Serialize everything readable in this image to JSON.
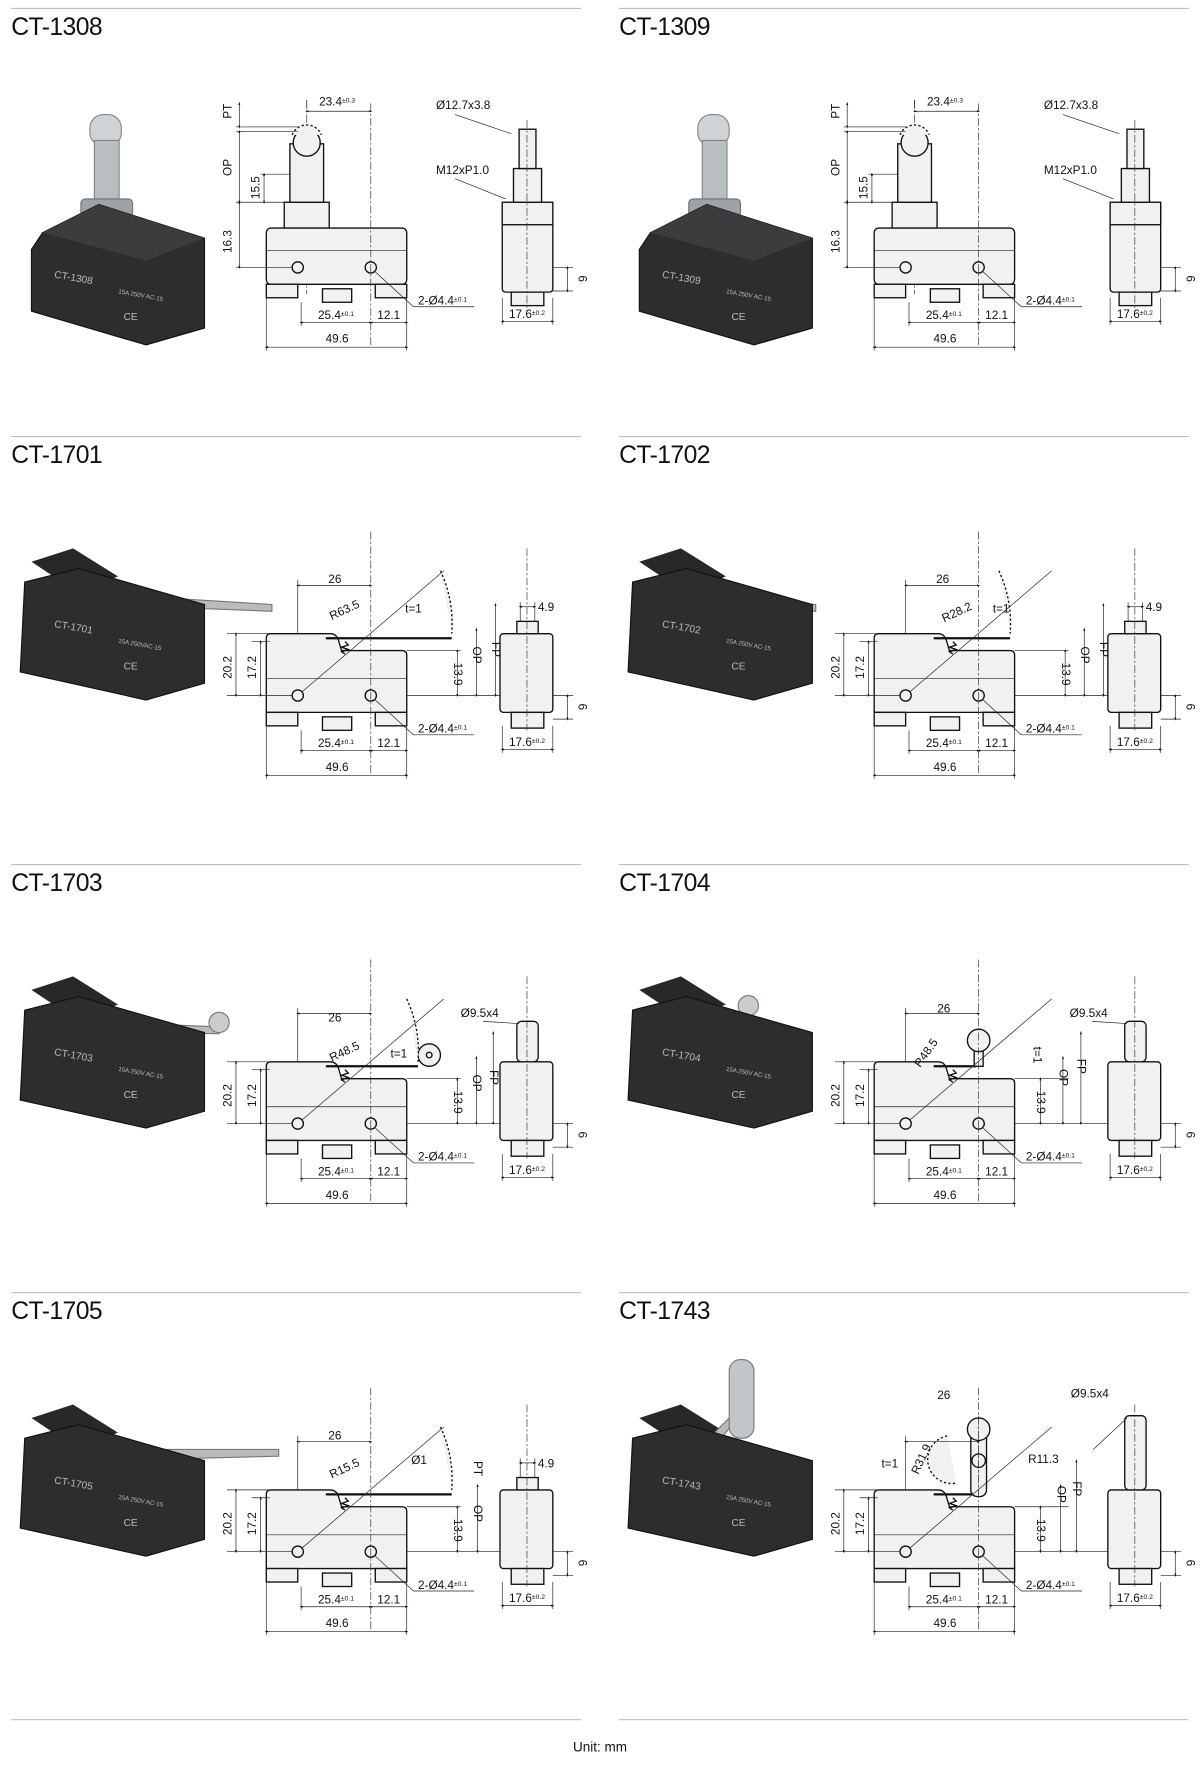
{
  "footer": {
    "unit": "Unit: mm"
  },
  "panels": [
    {
      "title": "CT-1308",
      "type": "plunger",
      "photo": {
        "model": "CT-1308",
        "rating": "15A 250V AC-15",
        "mark": "CE"
      },
      "labels": {
        "top": "23.4",
        "top_tol": "±0.3",
        "pt": "PT",
        "op": "OP",
        "h155": "15.5",
        "h163": "16.3",
        "roller": "Ø12.7x3.8",
        "thread": "M12xP1.0",
        "hole": "2-Ø4.4",
        "hole_tol": "±0.1",
        "w254": "25.4",
        "w254_tol": "±0.1",
        "w121": "12.1",
        "w496": "49.6",
        "w176": "17.6",
        "w176_tol": "±0.2",
        "h6": "6"
      }
    },
    {
      "title": "CT-1309",
      "type": "plunger",
      "photo": {
        "model": "CT-1309",
        "rating": "15A 250V AC-15",
        "mark": "CE"
      },
      "labels": {
        "top": "23.4",
        "top_tol": "±0.3",
        "pt": "PT",
        "op": "OP",
        "h155": "15.5",
        "h163": "16.3",
        "roller": "Ø12.7x3.8",
        "thread": "M12xP1.0",
        "hole": "2-Ø4.4",
        "hole_tol": "±0.1",
        "w254": "25.4",
        "w254_tol": "±0.1",
        "w121": "12.1",
        "w496": "49.6",
        "w176": "17.6",
        "w176_tol": "±0.2",
        "h6": "6"
      }
    },
    {
      "title": "CT-1701",
      "type": "lever",
      "photo": {
        "model": "CT-1701",
        "rating": "15A 250VAC-15",
        "mark": "CE"
      },
      "labels": {
        "w26": "26",
        "radius": "R63.5",
        "t": "t=1",
        "h202": "20.2",
        "h172": "17.2",
        "h139": "13.9",
        "op": "OP",
        "fp": "FP",
        "w49": "4.9",
        "hole": "2-Ø4.4",
        "hole_tol": "±0.1",
        "w254": "25.4",
        "w254_tol": "±0.1",
        "w121": "12.1",
        "w496": "49.6",
        "w176": "17.6",
        "w176_tol": "±0.2",
        "h6": "6"
      }
    },
    {
      "title": "CT-1702",
      "type": "short-lever",
      "photo": {
        "model": "CT-1702",
        "rating": "15A 250V AC-15",
        "mark": "CE"
      },
      "labels": {
        "w26": "26",
        "radius": "R28.2",
        "t": "t=1",
        "h202": "20.2",
        "h172": "17.2",
        "h139": "13.9",
        "op": "OP",
        "fp": "FP",
        "w49": "4.9",
        "hole": "2-Ø4.4",
        "hole_tol": "±0.1",
        "w254": "25.4",
        "w254_tol": "±0.1",
        "w121": "12.1",
        "w496": "49.6",
        "w176": "17.6",
        "w176_tol": "±0.2",
        "h6": "6"
      }
    },
    {
      "title": "CT-1703",
      "type": "roller-lever",
      "photo": {
        "model": "CT-1703",
        "rating": "15A 250V AC-15",
        "mark": "CE"
      },
      "labels": {
        "w26": "26",
        "radius": "R48.5",
        "t": "t=1",
        "roller": "Ø9.5x4",
        "h202": "20.2",
        "h172": "17.2",
        "h139": "13.9",
        "op": "OP",
        "fp": "FP",
        "hole": "2-Ø4.4",
        "hole_tol": "±0.1",
        "w254": "25.4",
        "w254_tol": "±0.1",
        "w121": "12.1",
        "w496": "49.6",
        "w176": "17.6",
        "w176_tol": "±0.2",
        "h6": "6"
      }
    },
    {
      "title": "CT-1704",
      "type": "short-roller-lever",
      "photo": {
        "model": "CT-1704",
        "rating": "15A 250V AC-15",
        "mark": "CE"
      },
      "labels": {
        "w26": "26",
        "radius": "R48.5",
        "t": "t=1",
        "roller": "Ø9.5x4",
        "h202": "20.2",
        "h172": "17.2",
        "h139": "13.9",
        "op": "OP",
        "fp": "FP",
        "hole": "2-Ø4.4",
        "hole_tol": "±0.1",
        "w254": "25.4",
        "w254_tol": "±0.1",
        "w121": "12.1",
        "w496": "49.6",
        "w176": "17.6",
        "w176_tol": "±0.2",
        "h6": "6"
      }
    },
    {
      "title": "CT-1705",
      "type": "wire-lever",
      "photo": {
        "model": "CT-1705",
        "rating": "15A 250V AC-15",
        "mark": "CE"
      },
      "labels": {
        "w26": "26",
        "radius": "R15.5",
        "wire": "Ø1",
        "pt": "PT",
        "op": "OP",
        "h202": "20.2",
        "h172": "17.2",
        "h139": "13.9",
        "w49": "4.9",
        "hole": "2-Ø4.4",
        "hole_tol": "±0.1",
        "w254": "25.4",
        "w254_tol": "±0.1",
        "w121": "12.1",
        "w496": "49.6",
        "w176": "17.6",
        "w176_tol": "±0.2",
        "h6": "6"
      }
    },
    {
      "title": "CT-1743",
      "type": "hinge-roller",
      "photo": {
        "model": "CT-1743",
        "rating": "15A 250V AC-15",
        "mark": "CE"
      },
      "labels": {
        "w26": "26",
        "radius": "R31.9",
        "t": "t=1",
        "radius2": "R11.3",
        "roller": "Ø9.5x4",
        "h202": "20.2",
        "h172": "17.2",
        "h139": "13.9",
        "op": "OP",
        "fp": "FP",
        "hole": "2-Ø4.4",
        "hole_tol": "±0.1",
        "w254": "25.4",
        "w254_tol": "±0.1",
        "w121": "12.1",
        "w496": "49.6",
        "w176": "17.6",
        "w176_tol": "±0.2",
        "h6": "6"
      }
    }
  ]
}
